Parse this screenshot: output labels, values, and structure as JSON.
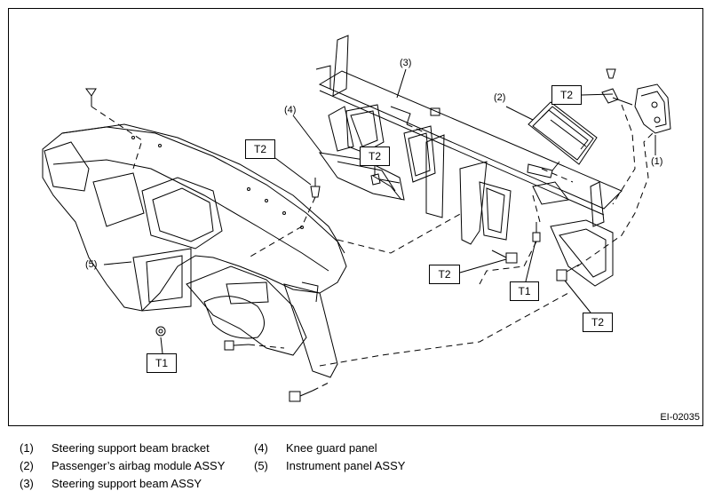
{
  "figure_id": "EI-02035",
  "callouts": {
    "c1": "(1)",
    "c2": "(2)",
    "c3": "(3)",
    "c4": "(4)",
    "c5": "(5)"
  },
  "torque_tags": {
    "t2_top_right": "T2",
    "t2_left": "T2",
    "t2_mid": "T2",
    "t2_bottom_center": "T2",
    "t1_center": "T1",
    "t2_bottom_right": "T2",
    "t1_bottom_left": "T1"
  },
  "legend": [
    {
      "num": "(1)",
      "label": "Steering support beam bracket"
    },
    {
      "num": "(2)",
      "label": "Passenger’s airbag module ASSY"
    },
    {
      "num": "(3)",
      "label": "Steering support beam ASSY"
    },
    {
      "num": "(4)",
      "label": "Knee guard panel"
    },
    {
      "num": "(5)",
      "label": "Instrument panel ASSY"
    }
  ]
}
